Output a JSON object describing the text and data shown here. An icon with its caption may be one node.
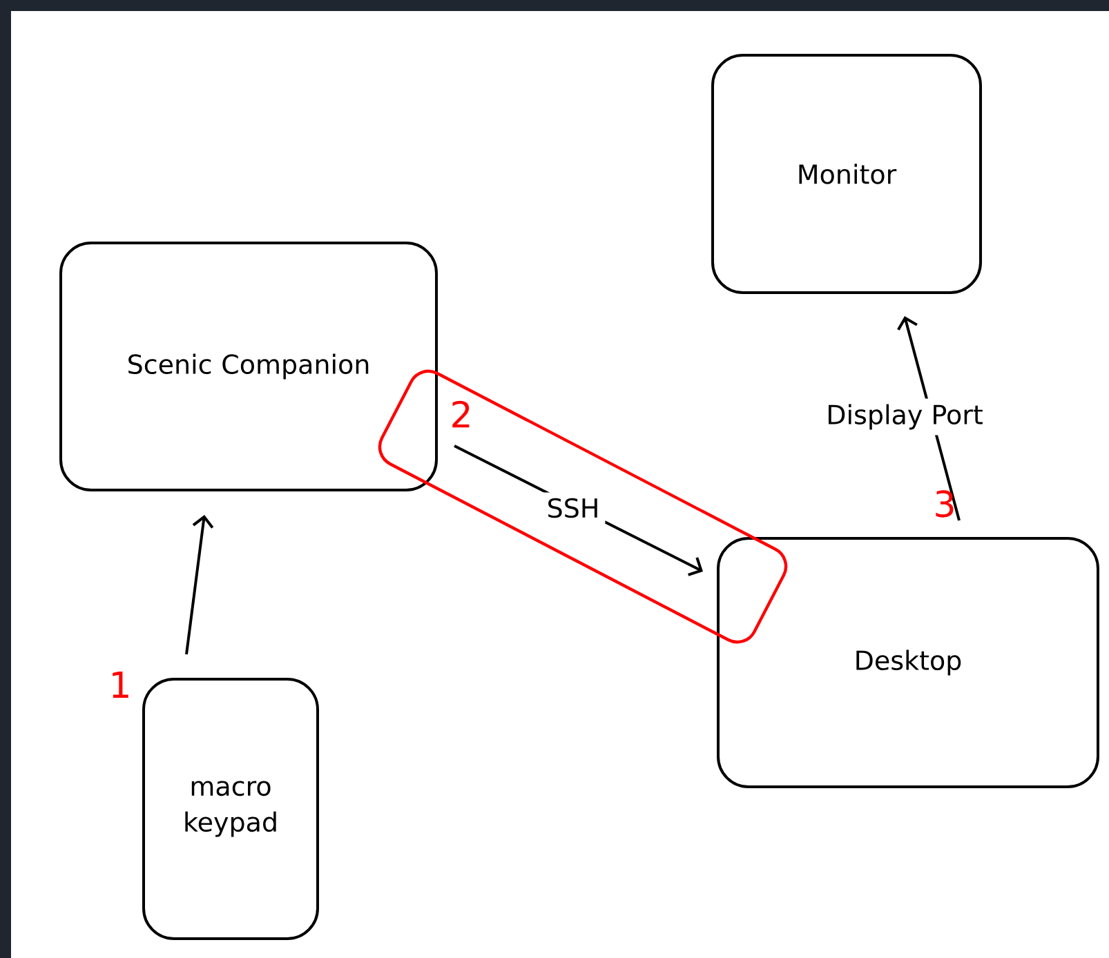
{
  "diagram": {
    "nodes": [
      {
        "text": [
          "Monitor"
        ]
      },
      {
        "text": [
          "Scenic Companion"
        ]
      },
      {
        "text": [
          "macro keypad"
        ]
      },
      {
        "text": [
          "Desktop"
        ]
      }
    ],
    "edges": [
      {
        "from": 2,
        "to": 1,
        "arrow": "to"
      },
      {
        "from": 1,
        "to": 3,
        "arrow": "to",
        "label": "SSH"
      },
      {
        "from": 3,
        "to": 0,
        "arrow": "to",
        "label": "Display Port"
      }
    ],
    "labels": [
      "1",
      "2",
      "3"
    ]
  }
}
